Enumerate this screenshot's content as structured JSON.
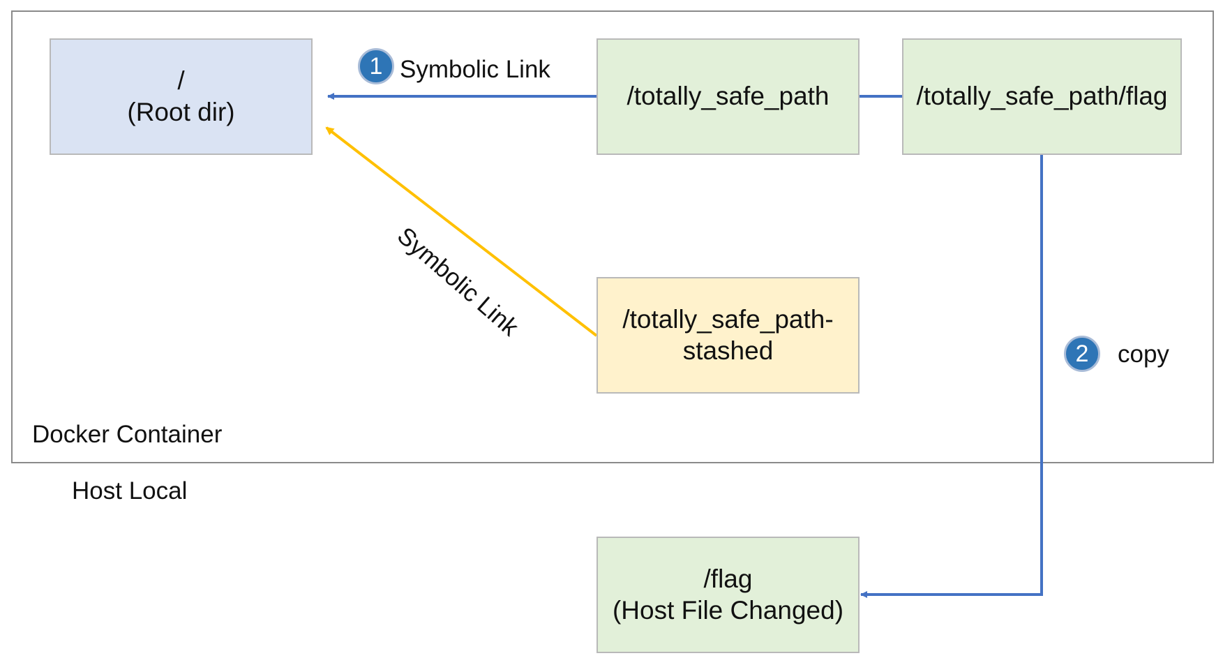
{
  "colors": {
    "blue": "#4472c4",
    "yellow": "#ffc000"
  },
  "container": {
    "label": "Docker Container"
  },
  "host": {
    "label": "Host Local"
  },
  "nodes": {
    "root": {
      "line1": "/",
      "line2": "(Root dir)"
    },
    "safe_path": {
      "line1": "/totally_safe_path"
    },
    "safe_flag": {
      "line1": "/totally_safe_path/flag"
    },
    "stashed": {
      "line1": "/totally_safe_path-",
      "line2": "stashed"
    },
    "host_flag": {
      "line1": "/flag",
      "line2": "(Host File Changed)"
    }
  },
  "steps": [
    {
      "number": "1",
      "label": "Symbolic Link"
    },
    {
      "number": "2",
      "label": "copy"
    }
  ],
  "edges": {
    "stashed_link_label": "Symbolic Link"
  }
}
